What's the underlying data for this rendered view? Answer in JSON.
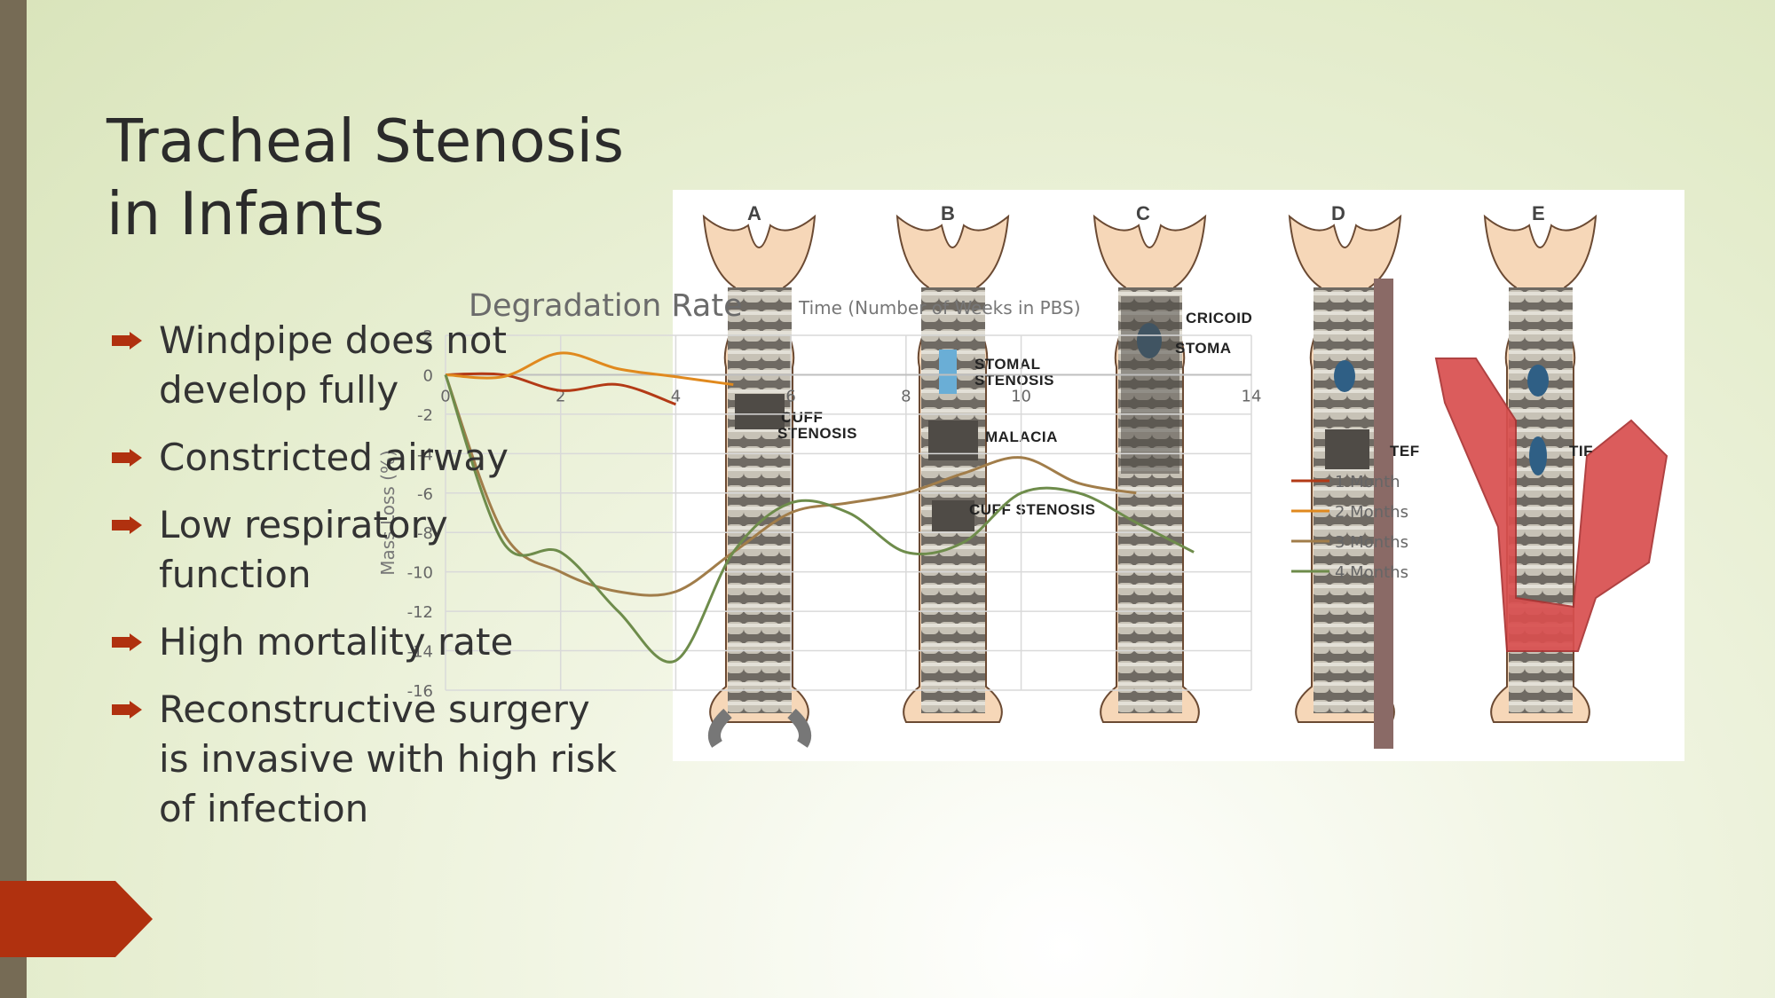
{
  "slide": {
    "title_line1": "Tracheal Stenosis",
    "title_line2": "in Infants",
    "bullets": [
      {
        "line1": "Windpipe does not",
        "line2": "develop fully"
      },
      {
        "line1": "Constricted airway",
        "line2": ""
      },
      {
        "line1": "Low respiratory",
        "line2": "function"
      },
      {
        "line1": "High mortality rate",
        "line2": ""
      },
      {
        "line1": "Reconstructive surgery",
        "line2": "is invasive with high risk",
        "line3": "of infection"
      }
    ],
    "accent_color": "#b0310f",
    "sidebar_color": "#766b55"
  },
  "illustration": {
    "panels": [
      {
        "letter": "A",
        "labels": [
          "CUFF",
          "STENOSIS"
        ]
      },
      {
        "letter": "B",
        "labels": [
          "STOMAL",
          "STENOSIS",
          "MALACIA",
          "CUFF STENOSIS"
        ]
      },
      {
        "letter": "C",
        "labels": [
          "CRICOID",
          "STOMA"
        ]
      },
      {
        "letter": "D",
        "labels": [
          "TEF"
        ]
      },
      {
        "letter": "E",
        "labels": [
          "TIF"
        ]
      }
    ]
  },
  "chart_data": {
    "type": "line",
    "title": "Degradation Rate",
    "xlabel": "Time (Number of Weeks in PBS)",
    "ylabel": "Mass Loss (%)",
    "xlim": [
      0,
      14
    ],
    "ylim": [
      -16,
      2
    ],
    "x_ticks": [
      "0",
      "2",
      "4",
      "6",
      "8",
      "10",
      "14"
    ],
    "x_tick_values": [
      0,
      2,
      4,
      6,
      8,
      10,
      14
    ],
    "y_ticks": [
      "2",
      "0",
      "-2",
      "-4",
      "-6",
      "-8",
      "-10",
      "-12",
      "-14",
      "-16"
    ],
    "y_tick_values": [
      2,
      0,
      -2,
      -4,
      -6,
      -8,
      -10,
      -12,
      -14,
      -16
    ],
    "grid": true,
    "legend_position": "right",
    "series": [
      {
        "name": "1 Month",
        "color": "#b33a16",
        "x": [
          0,
          1,
          2,
          3,
          4
        ],
        "y": [
          0,
          0,
          -0.8,
          -0.5,
          -1.5
        ]
      },
      {
        "name": "2 Months",
        "color": "#e0891e",
        "x": [
          0,
          1,
          2,
          3,
          4,
          5
        ],
        "y": [
          0,
          -0.1,
          1.1,
          0.3,
          -0.1,
          -0.5
        ]
      },
      {
        "name": "3 Months",
        "color": "#a17d4a",
        "x": [
          0,
          1,
          2,
          3,
          4,
          5,
          6,
          7,
          8,
          9,
          10,
          11,
          12
        ],
        "y": [
          0,
          -8,
          -10,
          -11,
          -11,
          -9,
          -7,
          -6.5,
          -6,
          -5,
          -4.2,
          -5.5,
          -6
        ]
      },
      {
        "name": "4 Months",
        "color": "#6e8c4b",
        "x": [
          0,
          1,
          2,
          3,
          4,
          5,
          6,
          7,
          8,
          9,
          10,
          11,
          12,
          13
        ],
        "y": [
          0,
          -8.5,
          -9,
          -12,
          -14.5,
          -9,
          -6.5,
          -7,
          -9,
          -8.5,
          -6,
          -6,
          -7.5,
          -9
        ]
      }
    ]
  }
}
